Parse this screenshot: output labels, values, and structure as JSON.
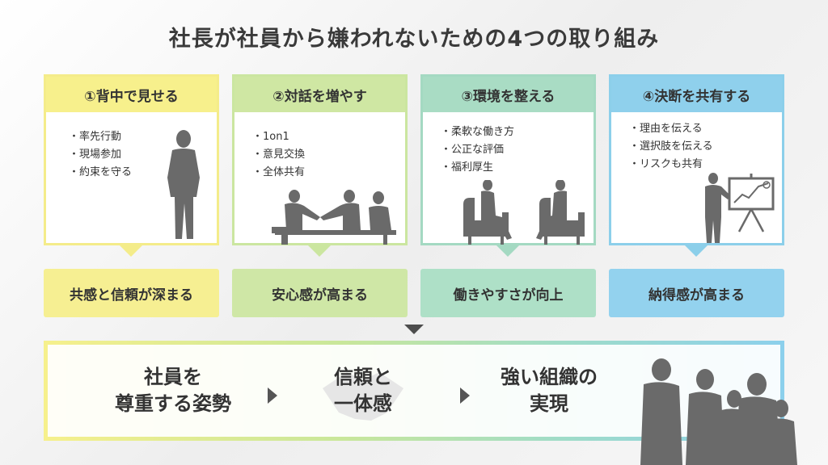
{
  "title": "社長が社員から嫌われないための4つの取り組み",
  "cards": [
    {
      "heading": "①背中で見せる",
      "items": [
        "率先行動",
        "現場参加",
        "約束を守る"
      ],
      "result": "共感と信頼が深まる",
      "head_color": "#f7f08c",
      "border_color": "#f4ec8a",
      "result_color": "#f6ef92",
      "icon": "standing-person-icon"
    },
    {
      "heading": "②対話を増やす",
      "items": [
        "1on1",
        "意見交換",
        "全体共有"
      ],
      "result": "安心感が高まる",
      "head_color": "#cfe7a3",
      "border_color": "#cbe6a0",
      "result_color": "#cfe7a6",
      "icon": "handshake-meeting-icon"
    },
    {
      "heading": "③環境を整える",
      "items": [
        "柔軟な働き方",
        "公正な評価",
        "福利厚生"
      ],
      "result": "働きやすさが向上",
      "head_color": "#a9dcc4",
      "border_color": "#a4d9c2",
      "result_color": "#aee0c7",
      "icon": "armchair-conversation-icon"
    },
    {
      "heading": "④決断を共有する",
      "items": [
        "理由を伝える",
        "選択肢を伝える",
        "リスクも共有"
      ],
      "result": "納得感が高まる",
      "head_color": "#8fd0ec",
      "border_color": "#8ccfea",
      "result_color": "#93d2ee",
      "icon": "presentation-board-icon"
    }
  ],
  "banner": {
    "step1": [
      "社員を",
      "尊重する姿勢"
    ],
    "step2": [
      "信頼と",
      "一体感"
    ],
    "step3": [
      "強い組織の",
      "実現"
    ]
  }
}
